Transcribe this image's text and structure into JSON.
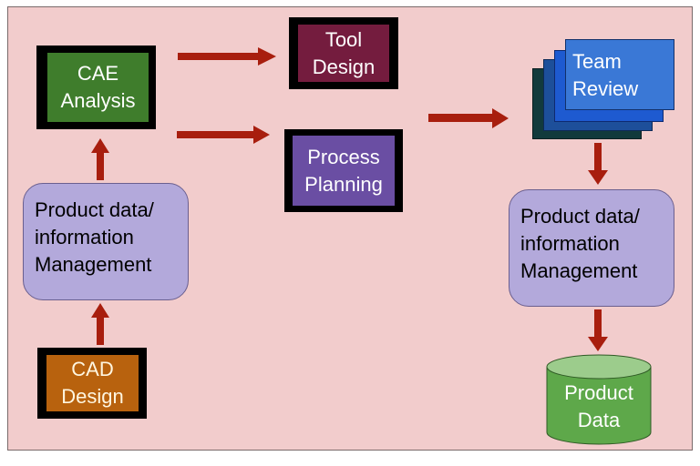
{
  "diagram": {
    "background_color": "#f2cccc",
    "arrow_color": "#a81e0e",
    "nodes": {
      "cae_analysis": {
        "line1": "CAE",
        "line2": "Analysis",
        "fill": "#3f7d2c"
      },
      "tool_design": {
        "line1": "Tool",
        "line2": "Design",
        "fill": "#741c3e"
      },
      "process_planning": {
        "line1": "Process",
        "line2": "Planning",
        "fill": "#6a4ea3"
      },
      "team_review": {
        "line1": "Team",
        "line2": "Review",
        "fill": "#3a78d6"
      },
      "pdm_left": {
        "line1": "Product data/",
        "line2": "information",
        "line3": "Management",
        "fill": "#b3a9db"
      },
      "pdm_right": {
        "line1": "Product data/",
        "line2": "information",
        "line3": "Management",
        "fill": "#b3a9db"
      },
      "cad_design": {
        "line1": "CAD",
        "line2": "Design",
        "fill": "#b8620e"
      },
      "product_data": {
        "line1": "Product",
        "line2": "Data",
        "fill": "#5ea84a"
      }
    },
    "edges": [
      {
        "from": "CAD Design",
        "to": "Product data/information Management (left)"
      },
      {
        "from": "Product data/information Management (left)",
        "to": "CAE Analysis"
      },
      {
        "from": "CAE Analysis",
        "to": "Tool Design"
      },
      {
        "from": "CAE Analysis",
        "to": "Process Planning"
      },
      {
        "from": "Process Planning / Tool Design",
        "to": "Team Review"
      },
      {
        "from": "Team Review",
        "to": "Product data/information Management (right)"
      },
      {
        "from": "Product data/information Management (right)",
        "to": "Product Data"
      }
    ]
  }
}
